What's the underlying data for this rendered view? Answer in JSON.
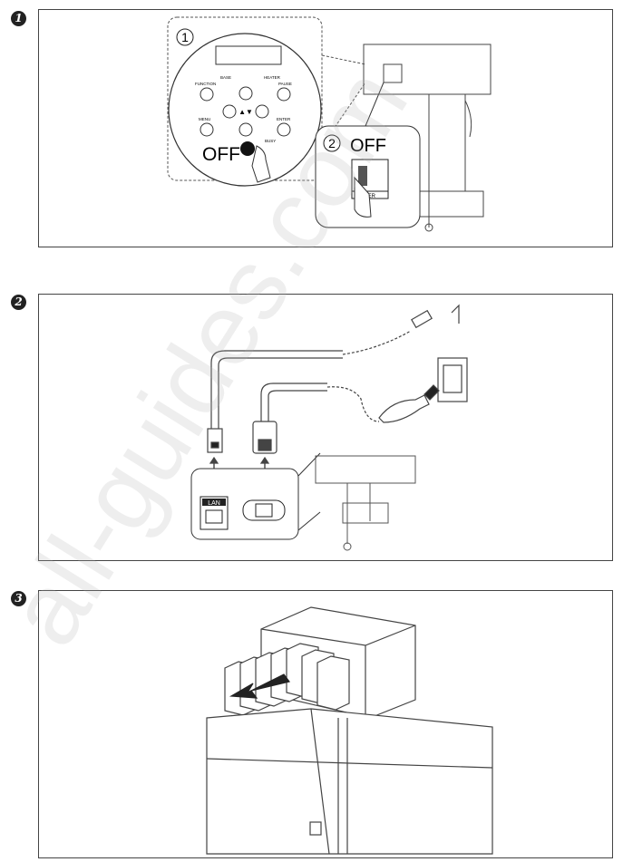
{
  "steps": [
    {
      "badge": "1"
    },
    {
      "badge": "2"
    },
    {
      "badge": "3"
    }
  ],
  "panel1": {
    "callout1_num": "1",
    "callout2_num": "2",
    "off_panel": "OFF",
    "off_switch": "OFF",
    "btn_base": "BASE",
    "btn_heater": "HEATER",
    "btn_function": "FUNCTION",
    "btn_pause": "PAUSE",
    "btn_menu": "MENU",
    "btn_enter": "ENTER",
    "btn_busy": "BUSY",
    "switch_label": "WER"
  },
  "panel2": {
    "lan_label": "LAN"
  },
  "watermark": "all-guides.com"
}
